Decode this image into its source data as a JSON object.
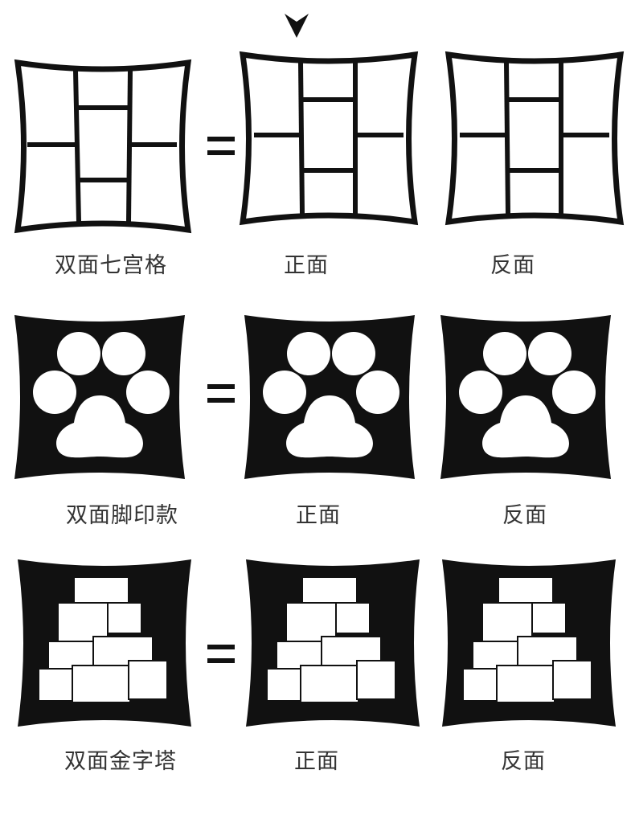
{
  "rows": [
    {
      "style": "grid",
      "labels": [
        "双面七宫格",
        "正面",
        "反面"
      ]
    },
    {
      "style": "paw",
      "labels": [
        "双面脚印款",
        "正面",
        "反面"
      ]
    },
    {
      "style": "pyramid",
      "labels": [
        "双面金字塔",
        "正面",
        "反面"
      ]
    }
  ],
  "icons": {
    "marker": "down-arrow-icon",
    "equals": "equals-sign"
  },
  "colors": {
    "ink": "#111111",
    "label": "#333333",
    "background": "#ffffff"
  }
}
